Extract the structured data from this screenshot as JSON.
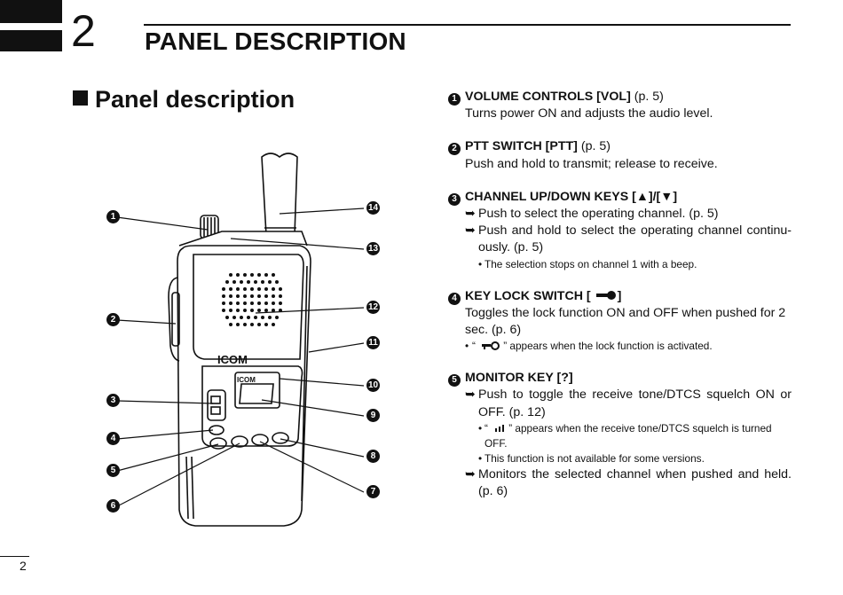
{
  "chapter": {
    "number": "2",
    "title": "PANEL DESCRIPTION"
  },
  "section": {
    "title": "Panel description"
  },
  "page_number": "2",
  "radio": {
    "brand": "ICOM"
  },
  "callouts": [
    "1",
    "2",
    "3",
    "4",
    "5",
    "6",
    "7",
    "8",
    "9",
    "10",
    "11",
    "12",
    "13",
    "14"
  ],
  "items": [
    {
      "num": "1",
      "title": "VOLUME CONTROLS [VOL]",
      "ref": "(p. 5)",
      "text": "Turns power ON and adjusts the audio level."
    },
    {
      "num": "2",
      "title": "PTT SWITCH [PTT]",
      "ref": "(p. 5)",
      "text": "Push and hold to transmit; release to receive."
    },
    {
      "num": "3",
      "title": "CHANNEL UP/DOWN KEYS [▲]/[▼]",
      "bullets": [
        "Push to select the operating channel. (p. 5)",
        "Push and hold to select the operating channel continu-ously. (p. 5)"
      ],
      "note": "The selection stops on channel 1 with a beep."
    },
    {
      "num": "4",
      "title": "KEY LOCK SWITCH [",
      "title_end": "]",
      "text": "Toggles the lock function ON and OFF when pushed for 2 sec. (p. 6)",
      "note_pre": "“",
      "note_post": "” appears when the lock function is activated."
    },
    {
      "num": "5",
      "title": "MONITOR KEY [?]",
      "bullet1": "Push to toggle the receive tone/DTCS squelch ON or OFF. (p. 12)",
      "note1_pre": "“",
      "note1_post": "” appears when the receive tone/DTCS squelch is turned OFF.",
      "note2": "This function is not available for some versions.",
      "bullet2": "Monitors the selected channel when pushed and held. (p. 6)"
    }
  ]
}
